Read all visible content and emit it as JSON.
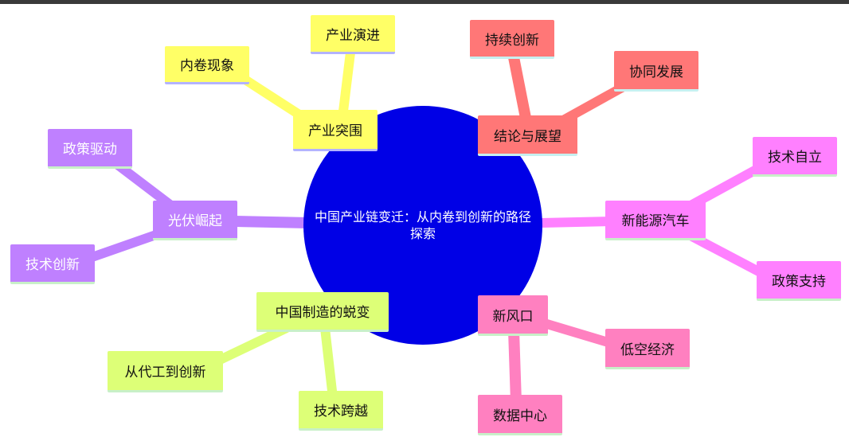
{
  "center": {
    "label": "中国产业链变迁：从内卷到创新的路径探索",
    "color": "#0000e6"
  },
  "branches": {
    "chanye_tuwei": {
      "label": "产业突围",
      "color": "#ffff66",
      "underline": "#b3b3ff",
      "children": [
        {
          "label": "内卷现象"
        },
        {
          "label": "产业演进"
        }
      ]
    },
    "jielun": {
      "label": "结论与展望",
      "color": "#ff7777",
      "underline": "#c6f0f0",
      "children": [
        {
          "label": "持续创新"
        },
        {
          "label": "协同发展"
        }
      ]
    },
    "xinnengyuan": {
      "label": "新能源汽车",
      "color": "#ff80ff",
      "underline": "#c8f0c8",
      "children": [
        {
          "label": "技术自立"
        },
        {
          "label": "政策支持"
        }
      ]
    },
    "xinfengkou": {
      "label": "新风口",
      "color": "#ff80c0",
      "underline": "#c8f0c8",
      "children": [
        {
          "label": "低空经济"
        },
        {
          "label": "数据中心"
        }
      ]
    },
    "zhongguo_zhizao": {
      "label": "中国制造的蜕变",
      "color": "#ddff77",
      "underline": "#c8f0c8",
      "children": [
        {
          "label": "从代工到创新"
        },
        {
          "label": "技术跨越"
        }
      ]
    },
    "guangfu": {
      "label": "光伏崛起",
      "color": "#bf80ff",
      "underline": "#c8f0c8",
      "children": [
        {
          "label": "政策驱动"
        },
        {
          "label": "技术创新"
        }
      ]
    }
  }
}
